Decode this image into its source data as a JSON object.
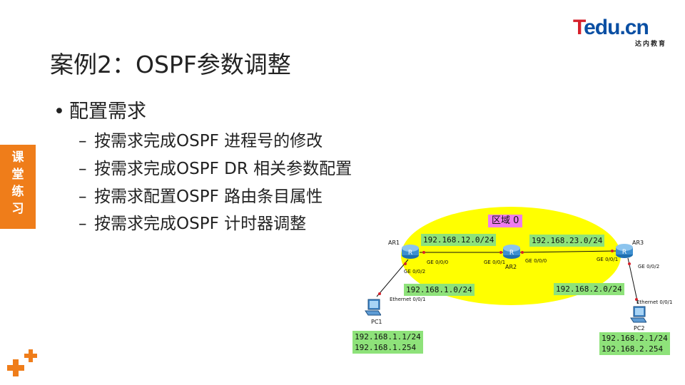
{
  "brand": {
    "logo_text_t": "T",
    "logo_text_rest": "edu.cn",
    "logo_sub": "达内教育"
  },
  "slide": {
    "title": "案例2：OSPF参数调整",
    "bullet": "配置需求",
    "bullet_marker": "•",
    "sub_marker": "–",
    "sub_items": [
      "按需求完成OSPF 进程号的修改",
      "按需求完成OSPF DR 相关参数配置",
      "按需求配置OSPF 路由条目属性",
      "按需求完成OSPF 计时器调整"
    ]
  },
  "side_tab": {
    "lines": [
      "课",
      "堂",
      "练",
      "习"
    ]
  },
  "topology": {
    "area_label": "区域 0",
    "devices": {
      "ar1": "AR1",
      "ar2": "AR2",
      "ar3": "AR3",
      "pc1": "PC1",
      "pc2": "PC2"
    },
    "router_glyph": "R",
    "interfaces": {
      "ar1_ge000": "GE 0/0/0",
      "ar1_ge002": "GE 0/0/2",
      "ar2_ge001": "GE 0/0/1",
      "ar2_ge000": "GE 0/0/0",
      "ar3_ge001": "GE 0/0/1",
      "ar3_ge002": "GE 0/0/2",
      "pc1_eth": "Ethernet 0/0/1",
      "pc2_eth": "Ethernet 0/0/1"
    },
    "networks": {
      "n12": "192.168.12.0/24",
      "n23": "192.168.23.0/24",
      "n1": "192.168.1.0/24",
      "n2": "192.168.2.0/24"
    },
    "pc1_ip": "192.168.1.1/24",
    "pc1_gw": "192.168.1.254",
    "pc2_ip": "192.168.2.1/24",
    "pc2_gw": "192.168.2.254"
  },
  "colors": {
    "accent_orange": "#ef7d1a",
    "area_fill": "#ffff00",
    "net_label": "#8ee27a",
    "area_label": "#ee7cee",
    "link_red": "#d8212b"
  }
}
